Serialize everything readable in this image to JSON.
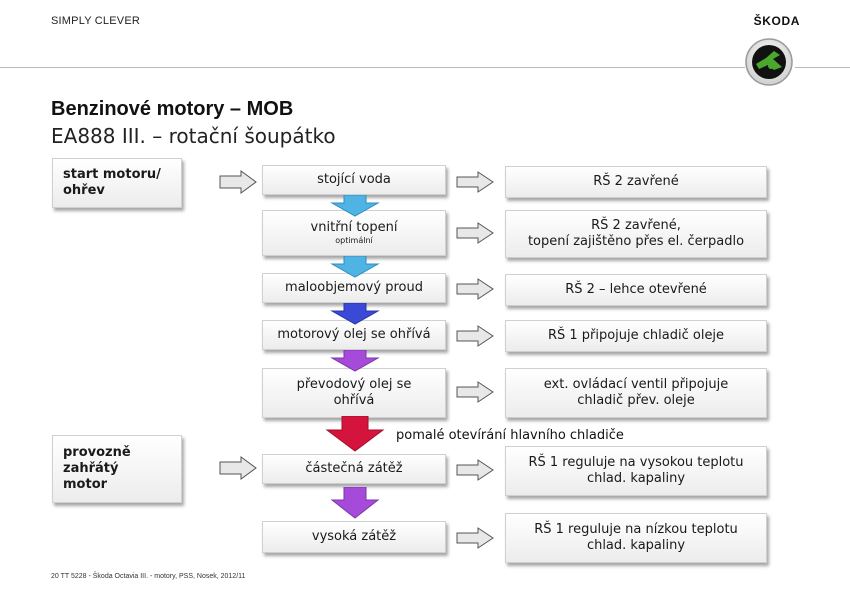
{
  "header": {
    "slogan": "SIMPLY CLEVER",
    "brand": "ŠKODA"
  },
  "title": "Benzinové motory – MOB",
  "subtitle": "EA888 III. – rotační šoupátko",
  "left_boxes": [
    {
      "line1": "start motoru/",
      "line2": "ohřev"
    },
    {
      "line1": "provozně",
      "line2": "zahřátý",
      "line3": "motor"
    }
  ],
  "steps": [
    {
      "label": "stojící voda",
      "sub": ""
    },
    {
      "label": "vnitřní topení",
      "sub": "optimální"
    },
    {
      "label": "maloobjemový proud",
      "sub": ""
    },
    {
      "label": "motorový olej se ohřívá",
      "sub": ""
    },
    {
      "line1": "převodový olej se",
      "line2": "ohřívá"
    },
    {
      "label": "částečná zátěž",
      "sub": ""
    },
    {
      "label": "vysoká zátěž",
      "sub": ""
    }
  ],
  "results": [
    {
      "line1": "RŠ 2 zavřené",
      "line2": ""
    },
    {
      "line1": "RŠ 2 zavřené,",
      "line2": "topení zajištěno přes el. čerpadlo"
    },
    {
      "line1": "RŠ 2 – lehce otevřené",
      "line2": ""
    },
    {
      "line1": "RŠ 1 připojuje chladič oleje",
      "line2": ""
    },
    {
      "line1": "ext. ovládací ventil připojuje",
      "line2": "chladič přev. oleje"
    },
    {
      "line1": "RŠ 1 reguluje na vysokou teplotu",
      "line2": "chlad. kapaliny"
    },
    {
      "line1": "RŠ 1 reguluje na nízkou teplotu",
      "line2": "chlad. kapaliny"
    }
  ],
  "note": "pomalé otevírání hlavního chladiče",
  "footer": "20 TT 5228 - Škoda Octavia III. - motory, PSS, Nosek, 2012/11",
  "colors": {
    "arrow_light_blue": "#4fb3e3",
    "arrow_blue": "#3a49d6",
    "arrow_purple": "#a64bd9",
    "arrow_red": "#d4143c",
    "logo_green": "#4ba82e"
  }
}
